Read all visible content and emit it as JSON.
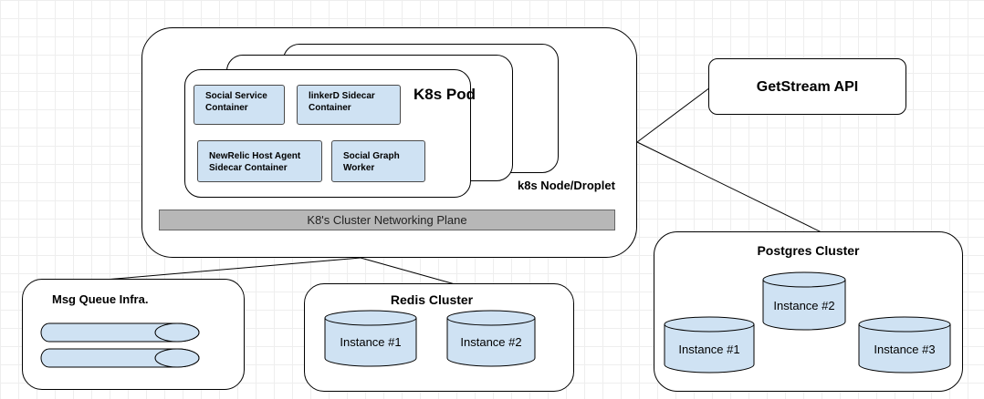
{
  "k8s_node": {
    "label": "k8s Node/Droplet",
    "networking_plane": "K8's Cluster Networking Plane"
  },
  "pod": {
    "title": "K8s Pod",
    "containers": [
      "Social Service\nContainer",
      "linkerD Sidecar\nContainer",
      "NewRelic Host Agent\nSidecar Container",
      "Social Graph\nWorker"
    ]
  },
  "getstream": {
    "label": "GetStream API"
  },
  "postgres": {
    "title": "Postgres Cluster",
    "instances": [
      "Instance #2",
      "Instance #1",
      "Instance #3"
    ]
  },
  "msg_queue": {
    "title": "Msg Queue Infra."
  },
  "redis": {
    "title": "Redis Cluster",
    "instances": [
      "Instance #1",
      "Instance #2"
    ]
  },
  "colors": {
    "container_fill": "#cfe2f3",
    "plane_fill": "#b7b7b7",
    "outline": "#000000"
  }
}
